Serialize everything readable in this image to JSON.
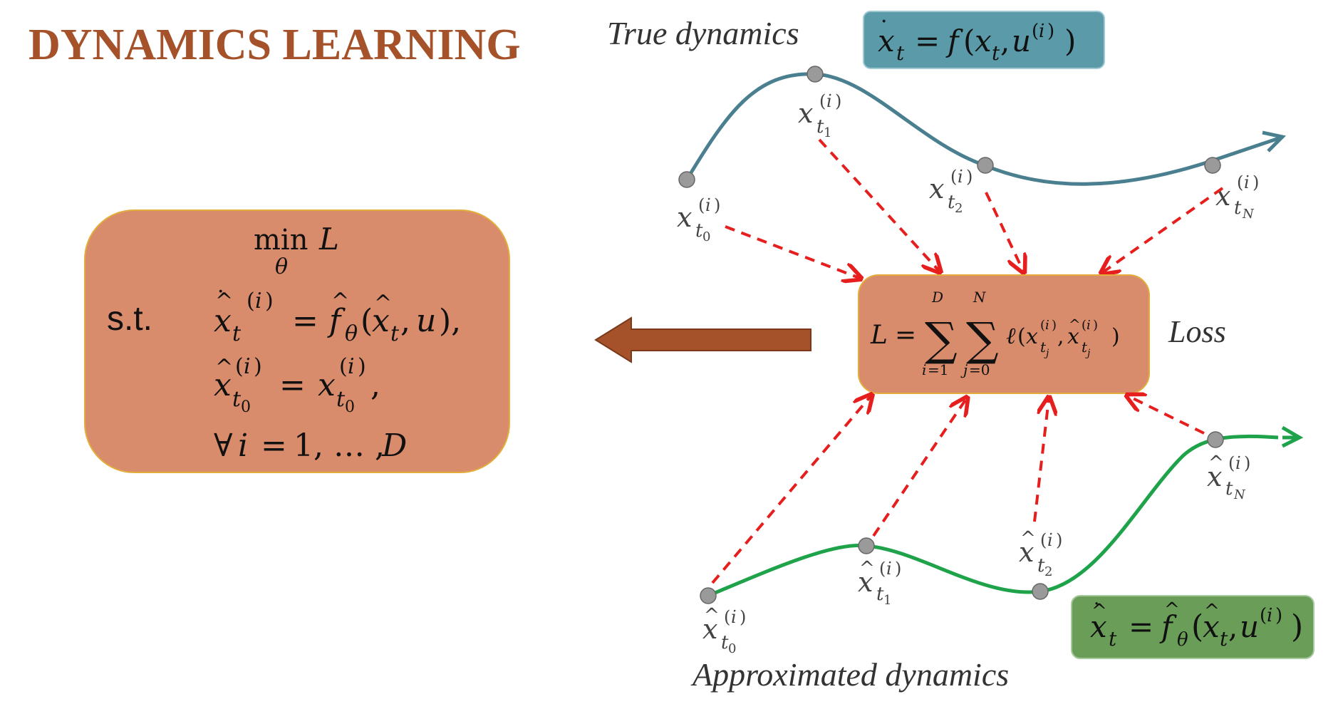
{
  "title": "DYNAMICS LEARNING",
  "labels": {
    "true_dynamics": "True dynamics",
    "approximated_dynamics": "Approximated dynamics",
    "loss": "Loss",
    "st": "s.t."
  },
  "colors": {
    "title": "#a5522a",
    "true_curve": "#4a7f8f",
    "approx_curve": "#1ea24a",
    "dashed_arrow": "#e61e1e",
    "box_fill": "#d98c6b",
    "box_border": "#e3ad3c",
    "true_eq_box": "#5b9aa8",
    "approx_eq_box": "#6a9e58",
    "big_arrow": "#a5522a"
  },
  "equations": {
    "true_dynamics": "ẋ_t = f(x_t, u^(i))",
    "approximated_dynamics": "x̂̇_t = f̂_θ(x̂_t, u^(i))",
    "loss": "L = Σ_{i=1}^{D} Σ_{j=0}^{N} ℓ(x_{t_j}^(i), x̂_{t_j}^(i))",
    "objective": "min_θ L",
    "constraint_1": "x̂̇_t^(i) = f̂_θ(x̂_t, u),",
    "constraint_2": "x̂_{t_0}^(i) = x_{t_0}^(i),",
    "constraint_3": "∀i = 1, … , D"
  },
  "true_points": [
    "x_{t_0}^(i)",
    "x_{t_1}^(i)",
    "x_{t_2}^(i)",
    "x_{t_N}^(i)"
  ],
  "approx_points": [
    "x̂_{t_0}^(i)",
    "x̂_{t_1}^(i)",
    "x̂_{t_2}^(i)",
    "x̂_{t_N}^(i)"
  ]
}
